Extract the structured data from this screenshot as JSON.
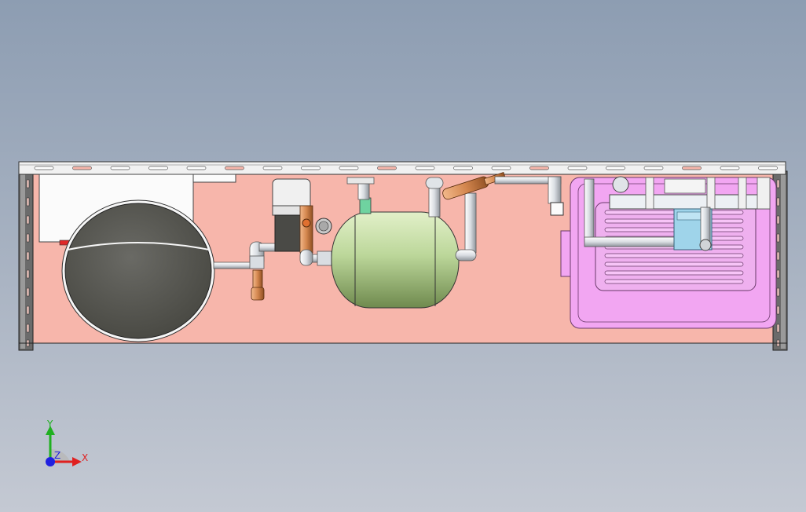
{
  "colors": {
    "background_top": "#8d9db2",
    "background_bottom": "#c4c9d3",
    "panel_fill": "#f7b6ab",
    "rail_fill": "#f1f1f1",
    "side_frame": "#6b6b6b",
    "control_box": "#fbfbfb",
    "compressor": "#5d5d58",
    "tank": "#bcd79a",
    "pipe": "#d9dde2",
    "copper": "#d4874f",
    "evaporator": "#f2a6f2",
    "pump_block": "#9fd4ea",
    "axis_x": "#e02020",
    "axis_y": "#20b020",
    "axis_z": "#2020e0"
  },
  "triad": {
    "x_label": "X",
    "y_label": "Y",
    "z_label": "Z"
  }
}
